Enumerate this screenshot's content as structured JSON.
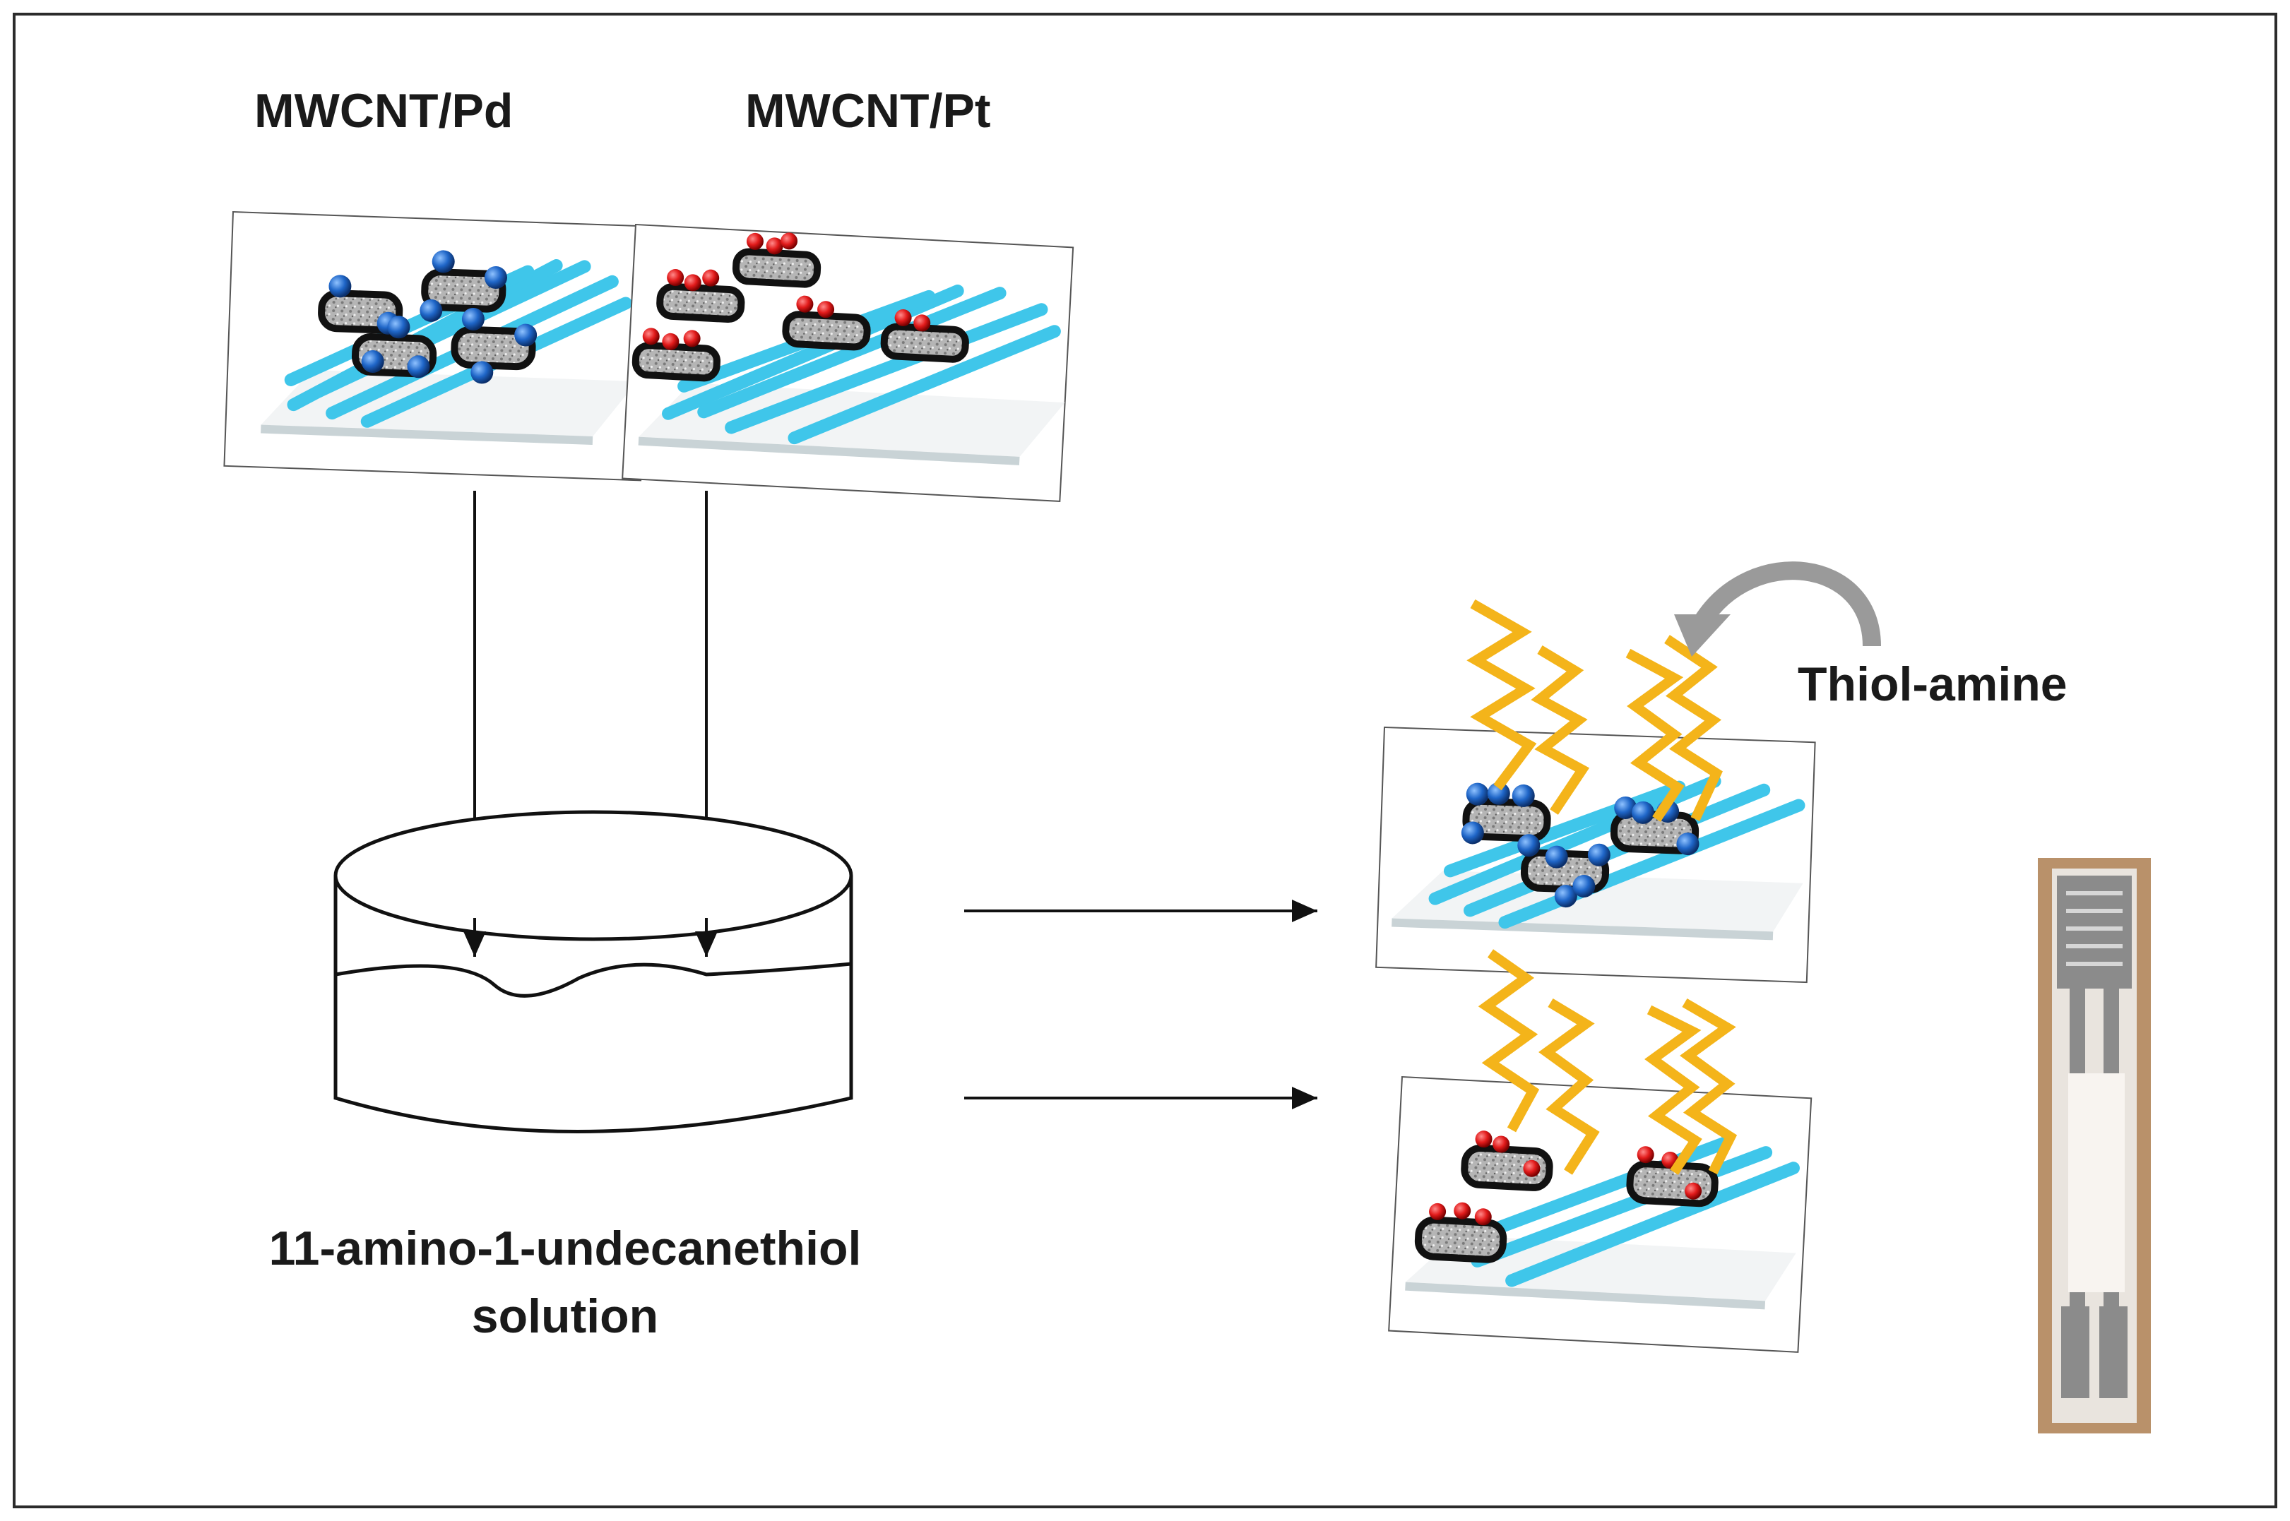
{
  "labels": {
    "pd": "MWCNT/Pd",
    "pt": "MWCNT/Pt",
    "solution_line1": "11-amino-1-undecanethiol",
    "solution_line2": "solution",
    "thiol": "Thiol-amine"
  },
  "colors": {
    "electrode": "#3fc6ea",
    "substrate": "#e4e8ea",
    "pd_particle": "#1f66c8",
    "pt_particle": "#e21b1b",
    "thiol_chain": "#f4b41a",
    "curved_arrow": "#9a9a9a",
    "sensor_body": "#b9916a",
    "sensor_trace": "#8b8b8b",
    "frame": "#2b2b2b"
  },
  "icons": {
    "arrow": "arrow-right-icon",
    "curved_arrow": "curved-arrow-icon",
    "beaker": "beaker-icon",
    "sensor": "sensor-photo-icon"
  }
}
